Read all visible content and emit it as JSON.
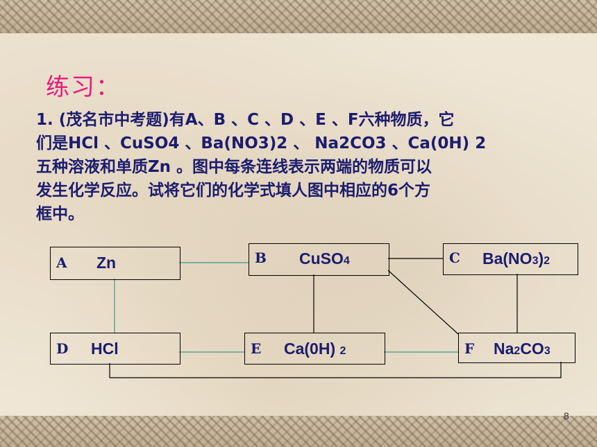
{
  "slide": {
    "title": "练习：",
    "lines": [
      "1. (茂名市中考题)有A、B 、C 、D 、E 、F六种物质，它",
      "们是HCl 、CuSO4 、Ba(NO3)2 、 Na2CO3 、Ca(0H) 2",
      "五种溶液和单质Zn 。图中每条连线表示两端的物质可以",
      "发生化学反应。试将它们的化学式填人图中相应的6个方",
      "框中。"
    ],
    "page_number": "8"
  },
  "boxes": {
    "a": {
      "letter": "A",
      "formula": "Zn"
    },
    "b": {
      "letter": "B",
      "formula_main": "CuSO",
      "formula_sub": "4"
    },
    "c": {
      "letter": "C",
      "f1": "Ba(NO",
      "s1": "3",
      "f2": ")",
      "s2": "2"
    },
    "d": {
      "letter": "D",
      "formula": "HCl"
    },
    "e": {
      "letter": "E",
      "f1": "Ca(0H) ",
      "s1": "2"
    },
    "f": {
      "letter": "F",
      "f1": "Na",
      "s1": "2",
      "f2": "CO",
      "s2": "3"
    }
  },
  "colors": {
    "title": "#e8197e",
    "text": "#1c1c6e",
    "teal_line": "#3a9a8a"
  }
}
